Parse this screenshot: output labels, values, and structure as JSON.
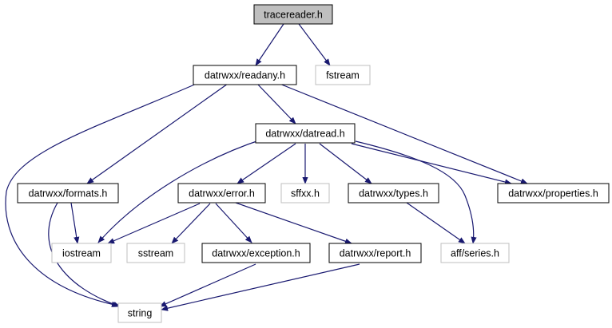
{
  "colors": {
    "edge": "#191970",
    "node_border_documented": "#000000",
    "node_border_external": "#bfbfbf",
    "root_fill": "#bfbfbf",
    "node_fill": "#ffffff"
  },
  "nodes": {
    "tracereader": {
      "label": "tracereader.h",
      "kind": "root"
    },
    "readany": {
      "label": "datrwxx/readany.h",
      "kind": "documented"
    },
    "fstream": {
      "label": "fstream",
      "kind": "external"
    },
    "datread": {
      "label": "datrwxx/datread.h",
      "kind": "documented"
    },
    "formats": {
      "label": "datrwxx/formats.h",
      "kind": "documented"
    },
    "error": {
      "label": "datrwxx/error.h",
      "kind": "documented"
    },
    "sffxx": {
      "label": "sffxx.h",
      "kind": "external"
    },
    "types": {
      "label": "datrwxx/types.h",
      "kind": "documented"
    },
    "properties": {
      "label": "datrwxx/properties.h",
      "kind": "documented"
    },
    "iostream": {
      "label": "iostream",
      "kind": "external"
    },
    "sstream": {
      "label": "sstream",
      "kind": "external"
    },
    "exception": {
      "label": "datrwxx/exception.h",
      "kind": "documented"
    },
    "report": {
      "label": "datrwxx/report.h",
      "kind": "documented"
    },
    "series": {
      "label": "aff/series.h",
      "kind": "external"
    },
    "string": {
      "label": "string",
      "kind": "external"
    }
  },
  "edges": [
    [
      "tracereader",
      "readany"
    ],
    [
      "tracereader",
      "fstream"
    ],
    [
      "readany",
      "string"
    ],
    [
      "readany",
      "formats"
    ],
    [
      "readany",
      "datread"
    ],
    [
      "readany",
      "properties"
    ],
    [
      "datread",
      "iostream"
    ],
    [
      "datread",
      "error"
    ],
    [
      "datread",
      "sffxx"
    ],
    [
      "datread",
      "types"
    ],
    [
      "datread",
      "properties"
    ],
    [
      "datread",
      "series"
    ],
    [
      "formats",
      "iostream"
    ],
    [
      "formats",
      "string"
    ],
    [
      "error",
      "iostream"
    ],
    [
      "error",
      "sstream"
    ],
    [
      "error",
      "exception"
    ],
    [
      "error",
      "report"
    ],
    [
      "types",
      "series"
    ],
    [
      "exception",
      "string"
    ],
    [
      "report",
      "string"
    ]
  ]
}
